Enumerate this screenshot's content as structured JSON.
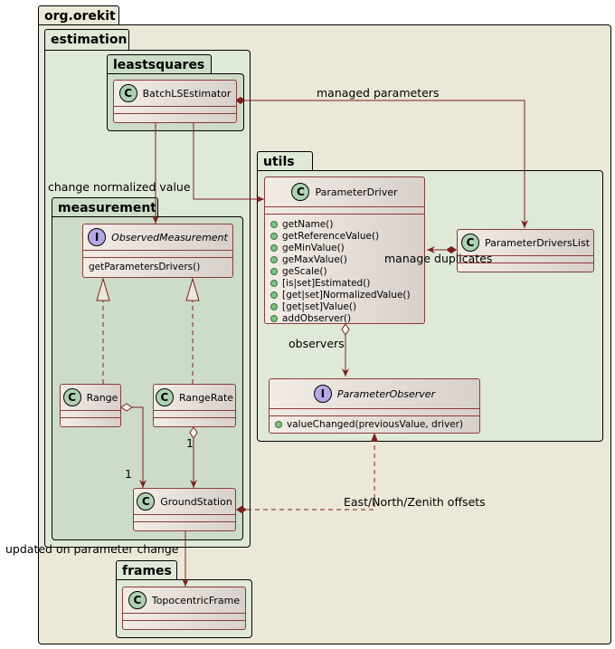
{
  "packages": {
    "root": "org.orekit",
    "estimation": "estimation",
    "leastsquares": "leastsquares",
    "measurement": "measurement",
    "utils": "utils",
    "frames": "frames"
  },
  "classes": {
    "batch": {
      "name": "BatchLSEstimator",
      "stereotype": "C"
    },
    "observed": {
      "name": "ObservedMeasurement",
      "stereotype": "I",
      "methods": [
        "getParametersDrivers()"
      ]
    },
    "range": {
      "name": "Range",
      "stereotype": "C"
    },
    "rangerate": {
      "name": "RangeRate",
      "stereotype": "C"
    },
    "ground": {
      "name": "GroundStation",
      "stereotype": "C"
    },
    "driver": {
      "name": "ParameterDriver",
      "stereotype": "C",
      "methods": [
        "getName()",
        "getReferenceValue()",
        "geMinValue()",
        "geMaxValue()",
        "geScale()",
        "[is|set]Estimated()",
        "[get|set]NormalizedValue()",
        "[get|set]Value()",
        "addObserver()"
      ]
    },
    "driverslist": {
      "name": "ParameterDriversList",
      "stereotype": "C"
    },
    "observer": {
      "name": "ParameterObserver",
      "stereotype": "I",
      "methods": [
        "valueChanged(previousValue, driver)"
      ]
    },
    "topo": {
      "name": "TopocentricFrame",
      "stereotype": "C"
    }
  },
  "labels": {
    "managed_parameters": "managed parameters",
    "change_normalized": "change normalized value",
    "manage_duplicates": "manage duplicates",
    "observers": "observers",
    "one_a": "1",
    "one_b": "1",
    "offsets": "East/North/Zenith offsets",
    "updated": "updated on parameter change"
  },
  "colors": {
    "outer_bg": "#ebe8d7",
    "pkg_bg": "#dfe9d8",
    "inner_bg": "#cddcc8",
    "line": "#7a1f1f"
  }
}
